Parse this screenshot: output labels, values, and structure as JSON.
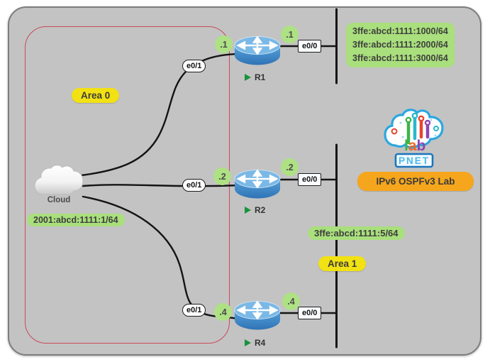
{
  "panel": {
    "bg": "#c3c3c3",
    "border": "#7d7d7d"
  },
  "area0": {
    "label": "Area 0"
  },
  "area1": {
    "label": "Area 1"
  },
  "cloud": {
    "label": "Cloud",
    "subnet": "2001:abcd:1111:1/64"
  },
  "routers": [
    {
      "name": "R1",
      "left_if": "e0/1",
      "left_addr": ".1",
      "right_if": "e0/0",
      "right_addr": ".1"
    },
    {
      "name": "R2",
      "left_if": "e0/1",
      "left_addr": ".2",
      "right_if": "e0/0",
      "right_addr": ".2"
    },
    {
      "name": "R4",
      "left_if": "e0/1",
      "left_addr": ".4",
      "right_if": "e0/0",
      "right_addr": ".4"
    }
  ],
  "lan_top": {
    "networks": [
      "3ffe:abcd:1111:1000/64",
      "3ffe:abcd:1111:2000/64",
      "3ffe:abcd:1111:3000/64"
    ]
  },
  "lan_bottom": {
    "network": "3ffe:abcd:1111:5/64"
  },
  "logo": {
    "l": "l",
    "a": "a",
    "b": "b",
    "brand": "PNET"
  },
  "banner": {
    "title": "IPv6 OSPFv3 Lab"
  },
  "colors": {
    "wire": "#141414",
    "area_outline_red": "#c84a5a",
    "label_green": "#a9df7c",
    "label_yellow": "#f2e113",
    "banner_orange": "#f5a61d",
    "router_blue": "#4a96d5",
    "logo_blue": "#29a8e0",
    "running_green": "#17933b"
  }
}
